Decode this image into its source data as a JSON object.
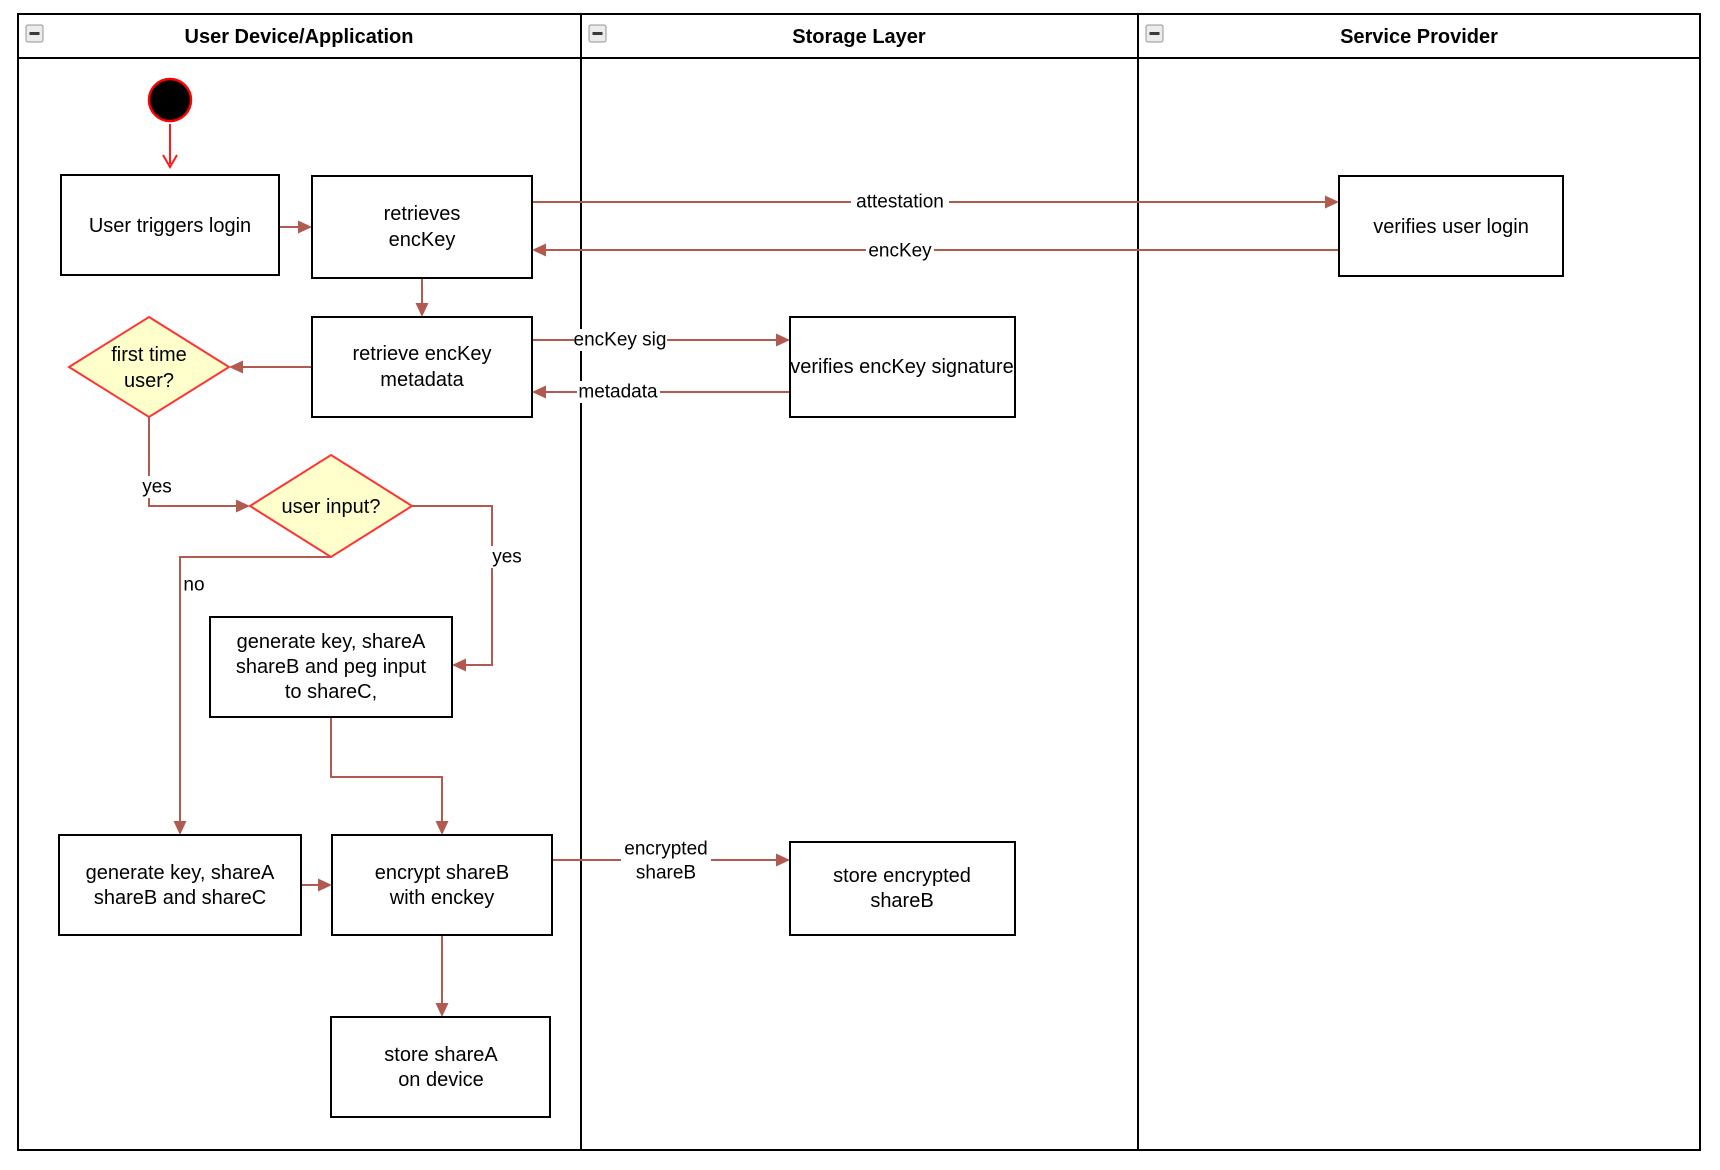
{
  "diagram": {
    "lanes": [
      {
        "title": "User Device/Application"
      },
      {
        "title": "Storage Layer"
      },
      {
        "title": "Service Provider"
      }
    ],
    "nodes": {
      "user_triggers_login": {
        "lines": [
          "User triggers login"
        ]
      },
      "retrieves_enckey": {
        "lines": [
          "retrieves",
          "encKey"
        ]
      },
      "verifies_user_login": {
        "lines": [
          "verifies user login"
        ]
      },
      "retrieve_enckey_metadata": {
        "lines": [
          "retrieve encKey",
          "metadata"
        ]
      },
      "verifies_enckey_signature": {
        "lines": [
          "verifies encKey signature"
        ]
      },
      "first_time_user": {
        "lines": [
          "first time",
          "user?"
        ]
      },
      "user_input": {
        "lines": [
          "user input?"
        ]
      },
      "generate_key_peg_input": {
        "lines": [
          "generate key, shareA",
          "shareB and peg input",
          "to shareC,"
        ]
      },
      "generate_key_sharec": {
        "lines": [
          "generate key, shareA",
          "shareB and shareC"
        ]
      },
      "encrypt_shareb": {
        "lines": [
          "encrypt shareB",
          "with enckey"
        ]
      },
      "store_encrypted_shareb": {
        "lines": [
          "store encrypted",
          "shareB"
        ]
      },
      "store_sharea_on_device": {
        "lines": [
          "store shareA",
          "on device"
        ]
      }
    },
    "edge_labels": {
      "attestation": "attestation",
      "enckey": "encKey",
      "enckey_sig": "encKey sig",
      "metadata": "metadata",
      "first_time_yes": "yes",
      "user_input_yes": "yes",
      "user_input_no": "no",
      "encrypted_shareb": [
        "encrypted",
        "shareB"
      ]
    },
    "colors": {
      "edge": "#b05a50",
      "start_arrow": "#ff1a1a",
      "start_stroke": "#ff0000",
      "start_fill": "#000000",
      "decision_fill": "#ffffcc",
      "decision_stroke": "#ff3333"
    }
  }
}
